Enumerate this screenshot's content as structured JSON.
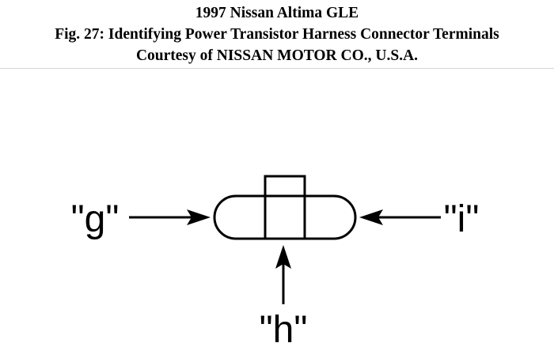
{
  "header": {
    "line1": "1997 Nissan Altima GLE",
    "line2": "Fig. 27: Identifying Power Transistor Harness Connector Terminals",
    "line3": "Courtesy of NISSAN MOTOR CO., U.S.A."
  },
  "diagram": {
    "labels": {
      "g": "\"g\"",
      "h": "\"h\"",
      "i": "\"i\""
    },
    "stroke_color": "#000000"
  }
}
